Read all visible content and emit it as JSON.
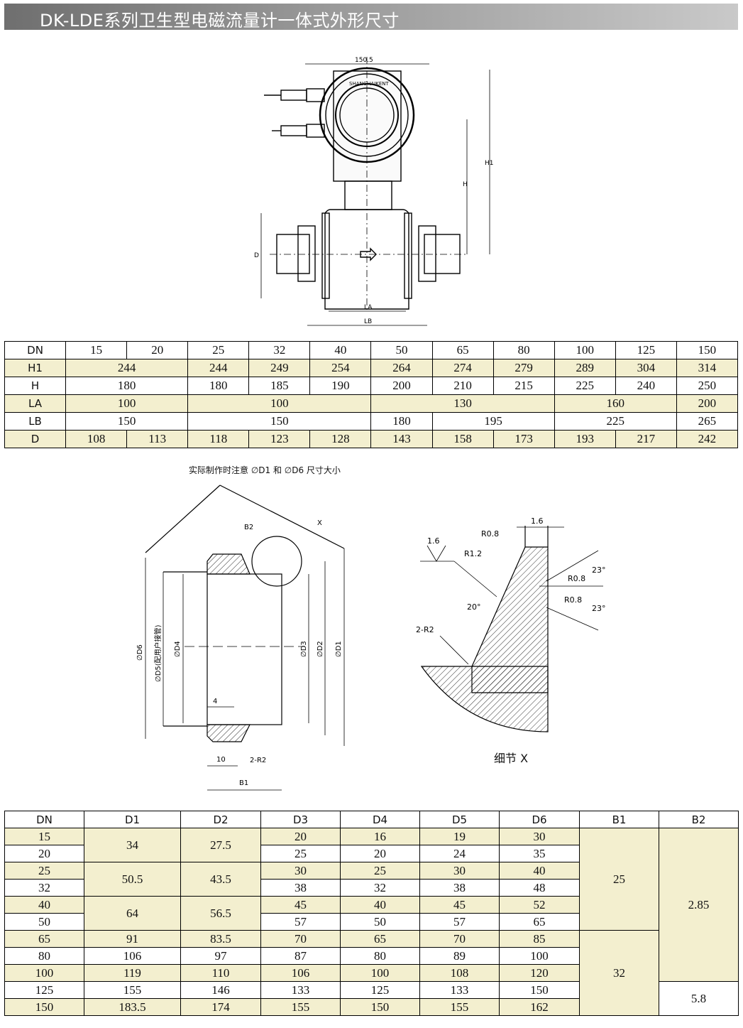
{
  "title": "DK-LDE系列卫生型电磁流量计一体式外形尺寸",
  "drawing1": {
    "dim_width": "150.5",
    "dim_h1": "H1",
    "dim_h": "H",
    "dim_d": "D",
    "dim_la": "LA",
    "dim_lb": "LB",
    "brand": "SHANGHAIKENT"
  },
  "table1": {
    "rows": [
      {
        "label": "DN",
        "cells": [
          "15",
          "20",
          "25",
          "32",
          "40",
          "50",
          "65",
          "80",
          "100",
          "125",
          "150"
        ]
      },
      {
        "label": "H1",
        "cells": [
          "244",
          "244",
          "249",
          "254",
          "264",
          "274",
          "279",
          "289",
          "304",
          "314"
        ]
      },
      {
        "label": "H",
        "cells": [
          "180",
          "180",
          "185",
          "190",
          "200",
          "210",
          "215",
          "225",
          "240",
          "250"
        ]
      },
      {
        "label": "LA",
        "cells": [
          "100",
          "100",
          "130",
          "160",
          "200"
        ]
      },
      {
        "label": "LB",
        "cells": [
          "150",
          "150",
          "180",
          "195",
          "225",
          "265"
        ]
      },
      {
        "label": "D",
        "cells": [
          "108",
          "113",
          "118",
          "123",
          "128",
          "143",
          "158",
          "173",
          "193",
          "217",
          "242"
        ]
      }
    ]
  },
  "drawing2": {
    "note": "实际制作时注意 ∅D1 和 ∅D6 尺寸大小",
    "labels": {
      "b2": "B2",
      "x": "X",
      "d6": "∅D6",
      "d5": "∅D5(配用户接管)",
      "d4": "∅D4",
      "d3": "∅D3",
      "d2": "∅D2",
      "d1": "∅D1",
      "four": "4",
      "ten": "10",
      "r2": "2-R2",
      "b1": "B1"
    },
    "detail_labels": {
      "r08a": "R0.8",
      "r08b": "R0.8",
      "r08c": "R0.8",
      "r12": "R1.2",
      "one6a": "1.6",
      "one6b": "1.6",
      "ang20": "20°",
      "ang23a": "23°",
      "ang23b": "23°",
      "r2": "2-R2"
    },
    "detail_caption": "细节 X"
  },
  "table2": {
    "headers": [
      "DN",
      "D1",
      "D2",
      "D3",
      "D4",
      "D5",
      "D6",
      "B1",
      "B2"
    ],
    "rows": [
      [
        "15",
        "34",
        "27.5",
        "20",
        "16",
        "19",
        "30",
        "25",
        "2.85"
      ],
      [
        "20",
        "",
        "",
        "25",
        "20",
        "24",
        "35",
        "",
        ""
      ],
      [
        "25",
        "50.5",
        "43.5",
        "30",
        "25",
        "30",
        "40",
        "",
        ""
      ],
      [
        "32",
        "",
        "",
        "38",
        "32",
        "38",
        "48",
        "",
        ""
      ],
      [
        "40",
        "64",
        "56.5",
        "45",
        "40",
        "45",
        "52",
        "",
        ""
      ],
      [
        "50",
        "",
        "",
        "57",
        "50",
        "57",
        "65",
        "",
        ""
      ],
      [
        "65",
        "91",
        "83.5",
        "70",
        "65",
        "70",
        "85",
        "32",
        ""
      ],
      [
        "80",
        "106",
        "97",
        "87",
        "80",
        "89",
        "100",
        "",
        ""
      ],
      [
        "100",
        "119",
        "110",
        "106",
        "100",
        "108",
        "120",
        "",
        ""
      ],
      [
        "125",
        "155",
        "146",
        "133",
        "125",
        "133",
        "150",
        "",
        "5.8"
      ],
      [
        "150",
        "183.5",
        "174",
        "155",
        "150",
        "155",
        "162",
        "",
        ""
      ]
    ]
  }
}
